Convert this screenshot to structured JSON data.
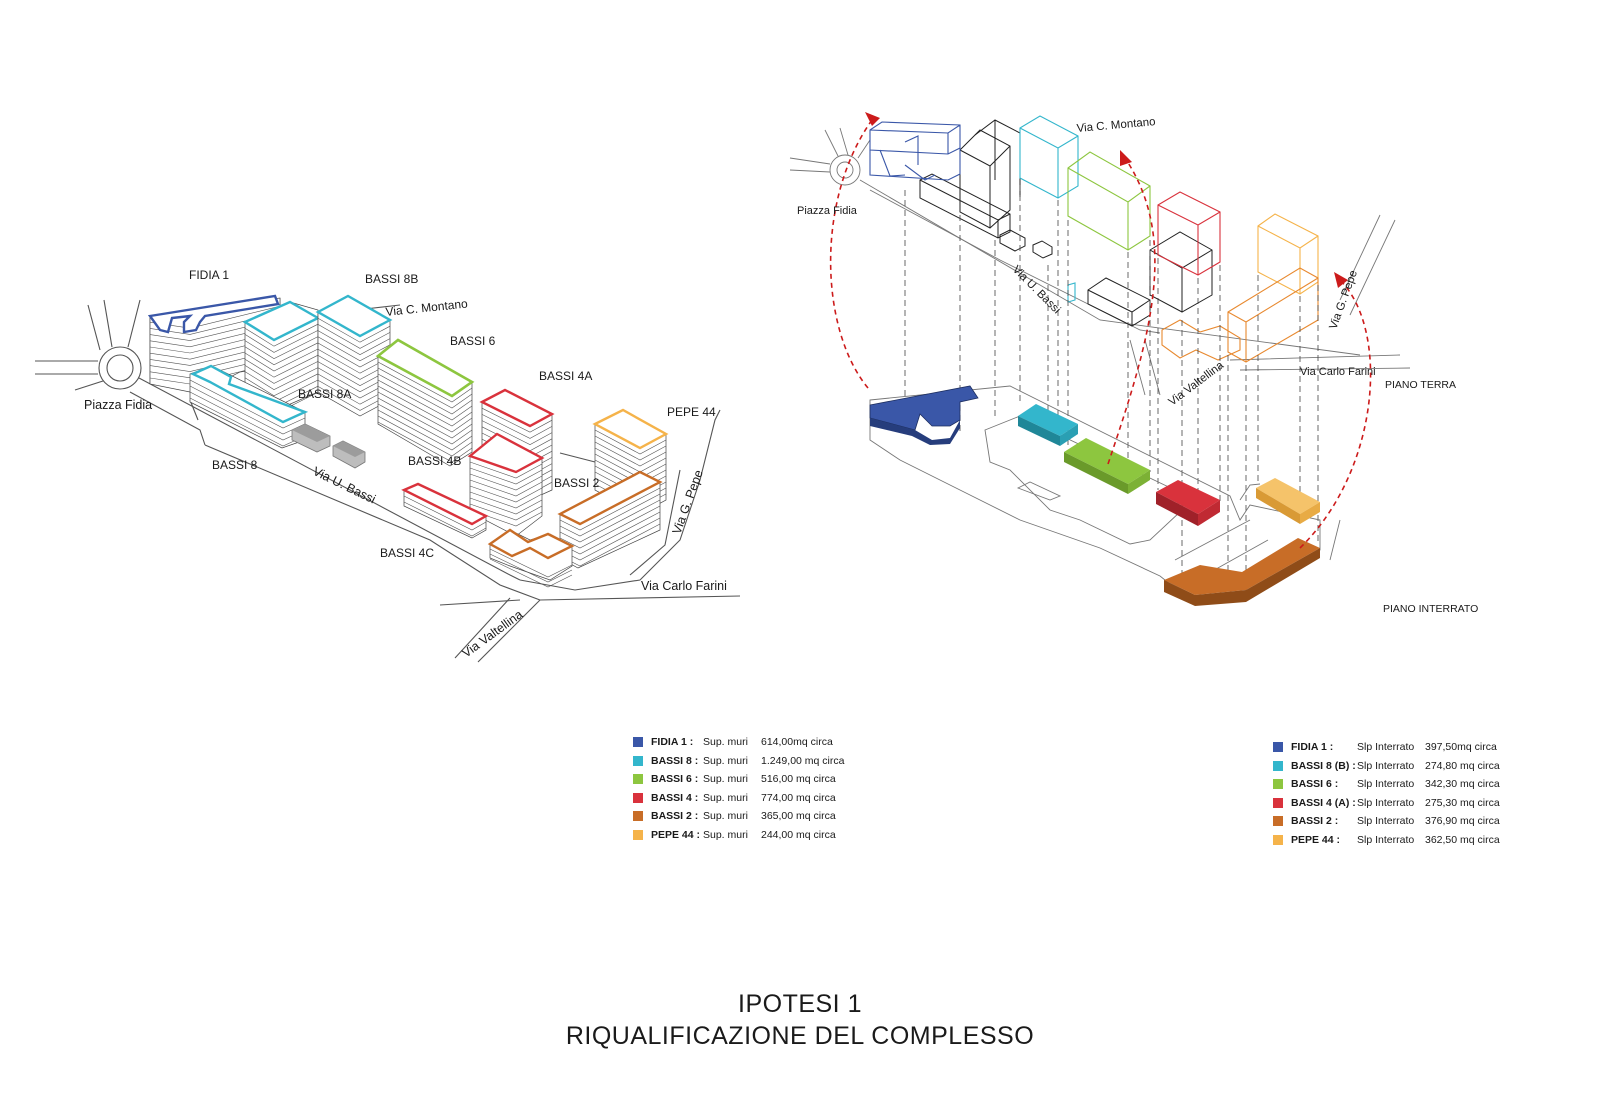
{
  "colors": {
    "fidia": "#3a57a8",
    "bassi8": "#33b6cc",
    "bassi6": "#8dc63f",
    "bassi4": "#d9323c",
    "bassi2": "#c86d27",
    "pepe44": "#f5b34a",
    "arrow": "#cc1b1b"
  },
  "left_diagram": {
    "labels": {
      "fidia1": "FIDIA 1",
      "bassi8b": "BASSI 8B",
      "via_montano": "Via C. Montano",
      "bassi6": "BASSI 6",
      "bassi8a": "BASSI 8A",
      "bassi4a": "BASSI 4A",
      "pepe44": "PEPE 44",
      "piazza_fidia": "Piazza Fidia",
      "bassi8": "BASSI 8",
      "bassi4b": "BASSI 4B",
      "bassi2": "BASSI 2",
      "via_bassi": "Via U. Bassi",
      "via_pepe": "Via G. Pepe",
      "bassi4c": "BASSI 4C",
      "via_farini": "Via Carlo Farini",
      "via_valtellina": "Via Valtellina"
    }
  },
  "right_diagram": {
    "labels": {
      "via_montano": "Via C. Montano",
      "piazza_fidia": "Piazza Fidia",
      "via_bassi": "Via U. Bassi",
      "via_pepe": "Via G. Pepe",
      "via_farini": "Via Carlo Farini",
      "piano_terra": "PIANO TERRA",
      "via_valtellina": "Via Valtellina",
      "piano_interrato": "PIANO INTERRATO"
    }
  },
  "legend_left": [
    {
      "name": "FIDIA 1 :",
      "label": "Sup. muri",
      "value": "614,00mq circa",
      "color": "#3a57a8"
    },
    {
      "name": "BASSI 8 :",
      "label": "Sup. muri",
      "value": "1.249,00 mq circa",
      "color": "#33b6cc"
    },
    {
      "name": "BASSI 6 :",
      "label": "Sup. muri",
      "value": "516,00 mq circa",
      "color": "#8dc63f"
    },
    {
      "name": "BASSI 4 :",
      "label": "Sup. muri",
      "value": "774,00 mq circa",
      "color": "#d9323c"
    },
    {
      "name": "BASSI 2 :",
      "label": "Sup. muri",
      "value": "365,00 mq circa",
      "color": "#c86d27"
    },
    {
      "name": "PEPE 44 :",
      "label": "Sup. muri",
      "value": "244,00 mq circa",
      "color": "#f5b34a"
    }
  ],
  "legend_right": [
    {
      "name": "FIDIA 1 :",
      "label": "Slp Interrato",
      "value": "397,50mq circa",
      "color": "#3a57a8"
    },
    {
      "name": "BASSI 8 (B) :",
      "label": "Slp Interrato",
      "value": "274,80 mq circa",
      "color": "#33b6cc"
    },
    {
      "name": "BASSI 6 :",
      "label": "Slp Interrato",
      "value": "342,30 mq circa",
      "color": "#8dc63f"
    },
    {
      "name": "BASSI 4 (A) :",
      "label": "Slp Interrato",
      "value": "275,30 mq circa",
      "color": "#d9323c"
    },
    {
      "name": "BASSI 2 :",
      "label": "Slp Interrato",
      "value": "376,90 mq circa",
      "color": "#c86d27"
    },
    {
      "name": "PEPE 44 :",
      "label": "Slp Interrato",
      "value": "362,50 mq circa",
      "color": "#f5b34a"
    }
  ],
  "title": {
    "line1": "IPOTESI 1",
    "line2": "RIQUALIFICAZIONE DEL COMPLESSO"
  }
}
